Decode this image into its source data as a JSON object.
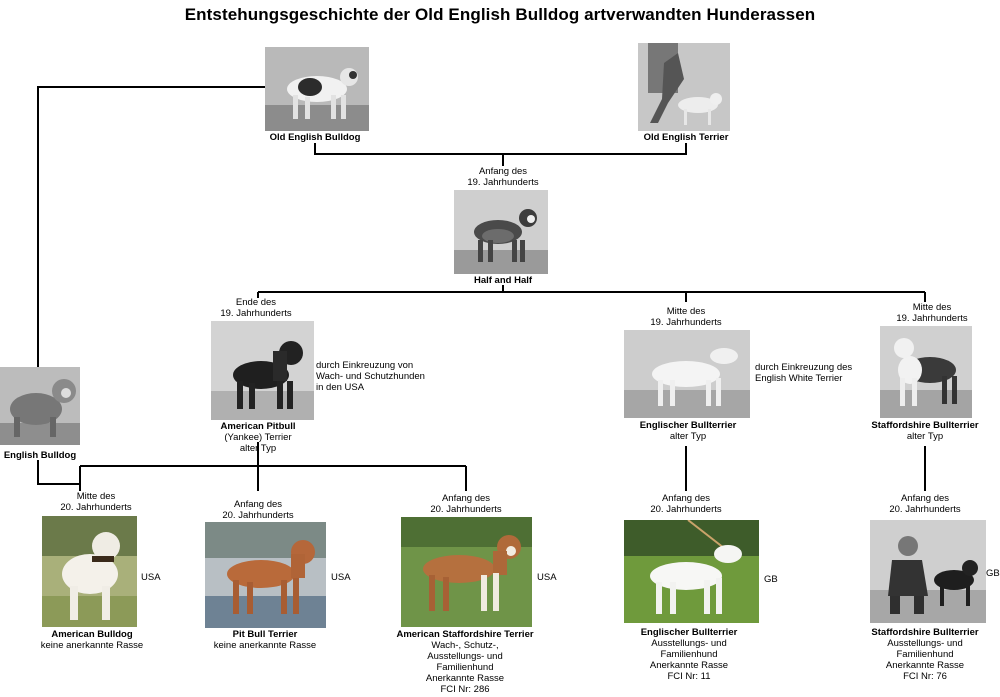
{
  "title": "Entstehungsgeschichte der Old English Bulldog artverwandten Hunderassen",
  "nodes": {
    "old_english_bulldog": {
      "name": "Old English Bulldog"
    },
    "old_english_terrier": {
      "name": "Old English Terrier"
    },
    "half_and_half": {
      "era": [
        "Anfang des",
        "19. Jahrhunderts"
      ],
      "name": "Half and Half"
    },
    "english_bulldog": {
      "name": "English Bulldog"
    },
    "american_pitbull": {
      "era": [
        "Ende des",
        "19. Jahrhunderts"
      ],
      "name": [
        "American Pitbull",
        "(Yankee) Terrier",
        "alter Typ"
      ],
      "note": [
        "durch Einkreuzung von",
        "Wach- und Schutzhunden",
        "in den USA"
      ]
    },
    "englischer_bullterrier_alt": {
      "era": [
        "Mitte des",
        "19. Jahrhunderts"
      ],
      "name": [
        "Englischer Bullterrier",
        "alter Typ"
      ],
      "note": [
        "durch Einkreuzung des",
        "English White Terrier"
      ]
    },
    "staffordshire_alt": {
      "era": [
        "Mitte des",
        "19. Jahrhunderts"
      ],
      "name": [
        "Staffordshire Bullterrier",
        "alter Typ"
      ]
    },
    "american_bulldog": {
      "era": [
        "Mitte des",
        "20. Jahrhunderts"
      ],
      "name": "American Bulldog",
      "desc": [
        "keine anerkannte Rasse"
      ],
      "country": "USA"
    },
    "pit_bull_terrier": {
      "era": [
        "Anfang des",
        "20. Jahrhunderts"
      ],
      "name": "Pit Bull Terrier",
      "desc": [
        "keine anerkannte Rasse"
      ],
      "country": "USA"
    },
    "american_staffordshire": {
      "era": [
        "Anfang des",
        "20. Jahrhunderts"
      ],
      "name": "American Staffordshire Terrier",
      "desc": [
        "Wach-, Schutz-,",
        "Ausstellungs- und",
        "Familienhund",
        "Anerkannte Rasse",
        "FCI Nr: 286"
      ],
      "country": "USA"
    },
    "englischer_bullterrier": {
      "era": [
        "Anfang des",
        "20. Jahrhunderts"
      ],
      "name": "Englischer Bullterrier",
      "desc": [
        "Ausstellungs- und",
        "Familienhund",
        "Anerkannte Rasse",
        "FCI Nr: 11"
      ],
      "country": "GB"
    },
    "staffordshire_bullterrier": {
      "era": [
        "Anfang des",
        "20. Jahrhunderts"
      ],
      "name": "Staffordshire Bullterrier",
      "desc": [
        "Ausstellungs- und",
        "Familienhund",
        "Anerkannte Rasse",
        "FCI Nr: 76"
      ],
      "country": "GB"
    }
  }
}
